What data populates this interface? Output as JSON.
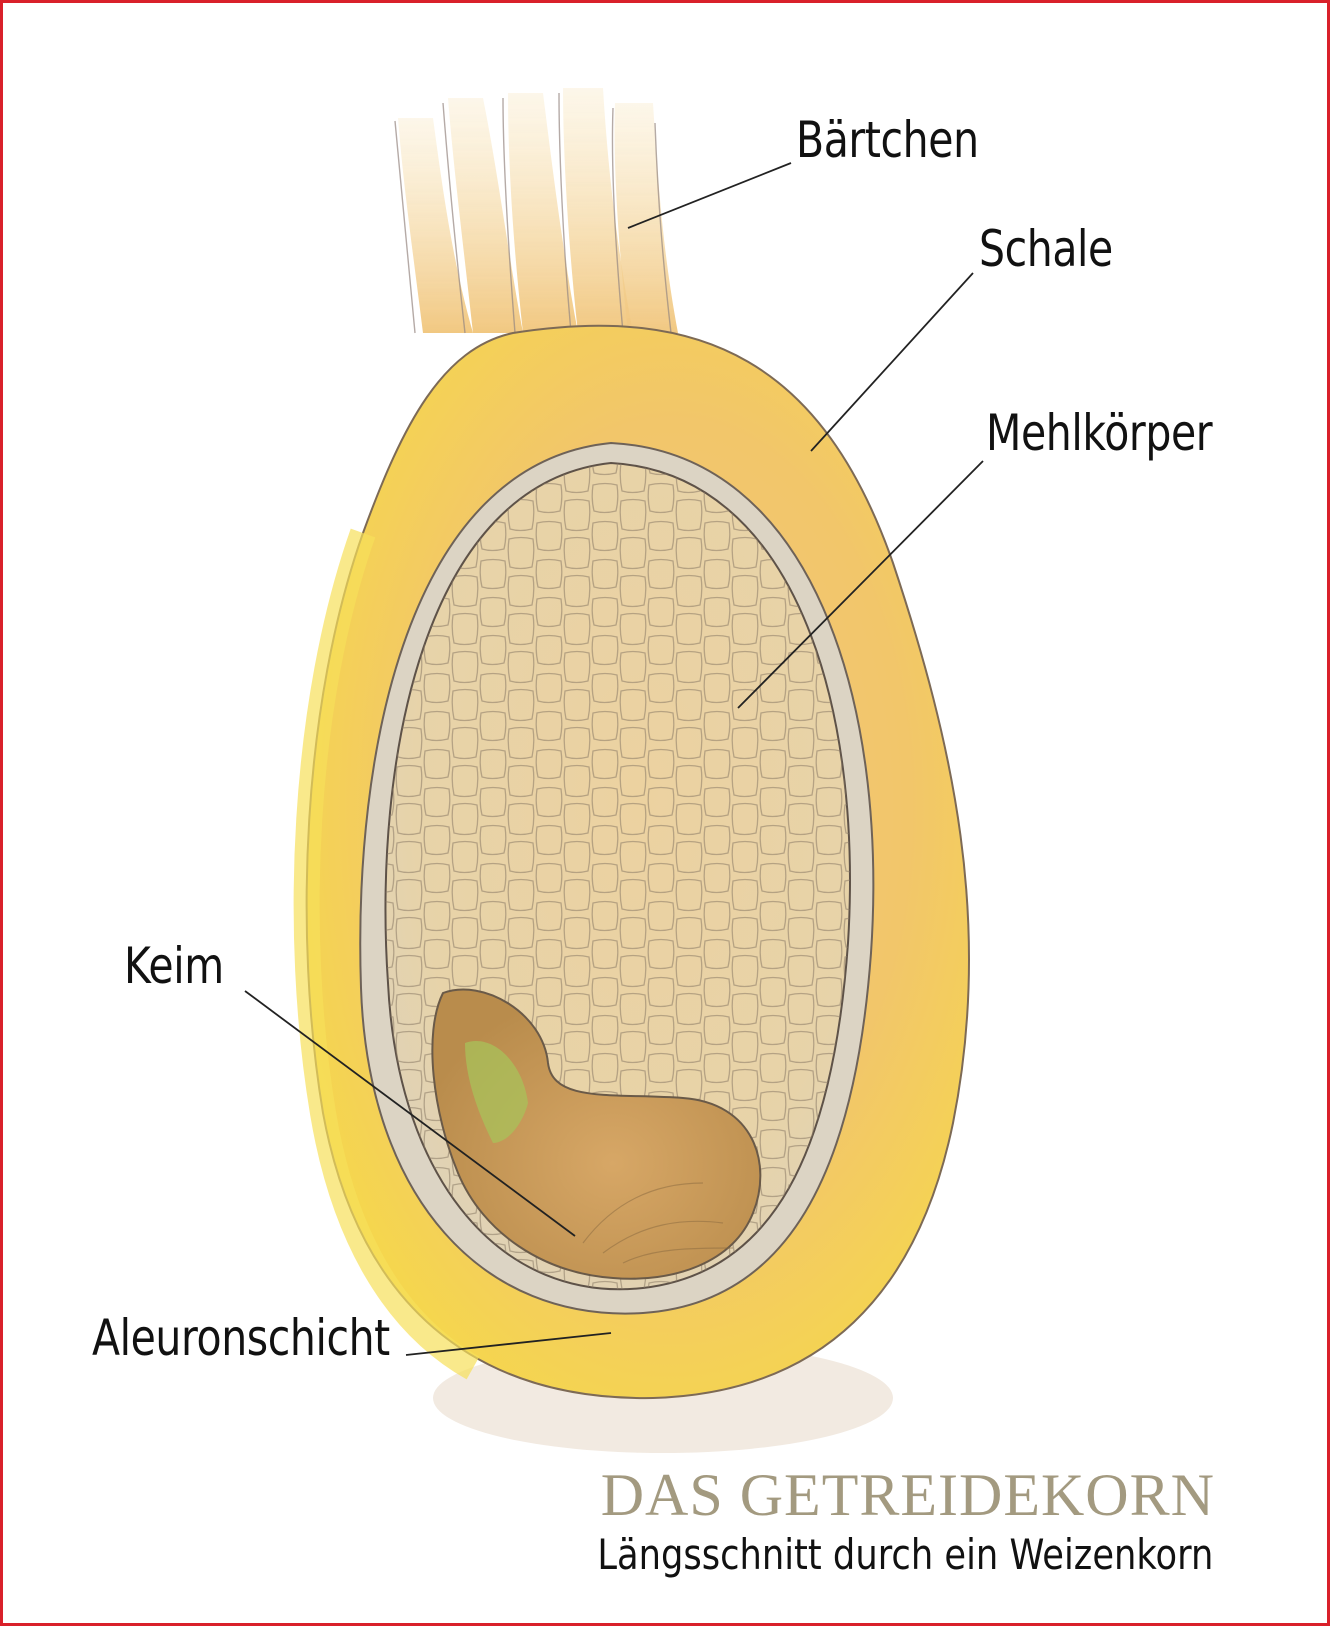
{
  "labels": {
    "baertchen": "Bärtchen",
    "schale": "Schale",
    "mehlkoerper": "Mehlkörper",
    "keim": "Keim",
    "aleuronschicht": "Aleuronschicht"
  },
  "title": "DAS GETREIDEKORN",
  "subtitle": "Längsschnitt durch ein Weizenkorn",
  "colors": {
    "frame": "#d9202a",
    "shell": "#f2c84b",
    "shell_outer": "#f6dc6a",
    "shell_inner": "#f0c282",
    "endosperm": "#ead2a2",
    "germ": "#c89a55",
    "germ_green": "#a8c25a",
    "title": "#a39a80"
  }
}
